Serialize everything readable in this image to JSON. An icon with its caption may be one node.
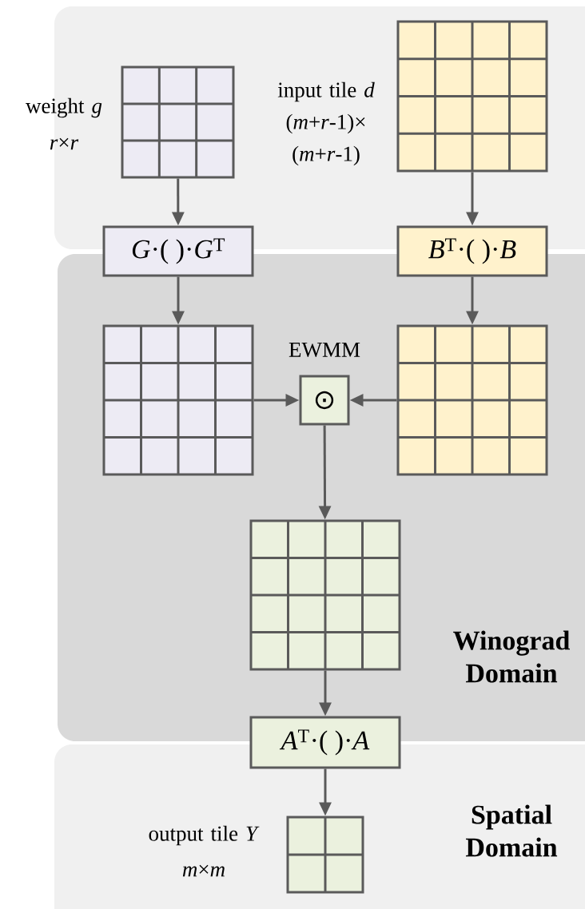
{
  "diagram": {
    "nodes": [
      {
        "text": [],
        "shape": "box"
      },
      {
        "text": [],
        "shape": "grid",
        "beside": [
          "weight *g*",
          "*r*×*r*"
        ],
        "in": 0
      },
      {
        "text": [],
        "shape": "grid",
        "beside": [
          "input tile *d* (*m*+*r*-1)× (*m*+*r*-1)"
        ],
        "in": 0
      },
      {
        "text": [
          "*G*·( )·*G*$^{T}$"
        ]
      },
      {
        "text": [
          "*B*$^{T}$·( )·*B*"
        ]
      },
      {
        "text": [
          "Winograd Domain"
        ]
      },
      {
        "text": [],
        "shape": "grid",
        "in": 5
      },
      {
        "text": [
          "⊙"
        ],
        "beside": [
          "EWMM"
        ],
        "in": 5
      },
      {
        "text": [],
        "shape": "grid",
        "in": 5
      },
      {
        "text": [],
        "shape": "grid",
        "in": 5
      },
      {
        "text": [
          "*A*$^{T}$·( )·*A*"
        ]
      },
      {
        "text": [
          "Spatial Domain"
        ]
      },
      {
        "text": [],
        "shape": "grid",
        "beside": [
          "output tile *Y*",
          "*m*×*m*"
        ],
        "in": 11
      }
    ],
    "edges": [
      {
        "from": 1,
        "to": 3,
        "arrow": "to"
      },
      {
        "from": 2,
        "to": 4,
        "arrow": "to"
      },
      {
        "from": 3,
        "to": 6,
        "arrow": "to"
      },
      {
        "from": 4,
        "to": 8,
        "arrow": "to"
      },
      {
        "from": 6,
        "to": 7,
        "arrow": "to"
      },
      {
        "from": 8,
        "to": 7,
        "arrow": "to"
      },
      {
        "from": 7,
        "to": 9,
        "arrow": "to"
      },
      {
        "from": 9,
        "to": 10,
        "arrow": "to"
      },
      {
        "from": 10,
        "to": 12,
        "arrow": "to"
      }
    ]
  }
}
